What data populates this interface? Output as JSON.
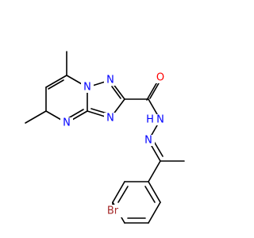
{
  "molecule": {
    "atom_colors": {
      "N": "#0000ff",
      "O": "#ff0000",
      "Br": "#a52a2a",
      "C": "#000000"
    },
    "labels": {
      "n_ring_top_left": "N",
      "n_ring_top_right": "N",
      "n_ring_bridge": "N",
      "n_ring_bottom_left": "N",
      "carbonyl_oxygen": "O",
      "hydrazide_nh": "N",
      "hydrazide_h": "H",
      "imine_n": "N",
      "bromine": "Br"
    }
  }
}
